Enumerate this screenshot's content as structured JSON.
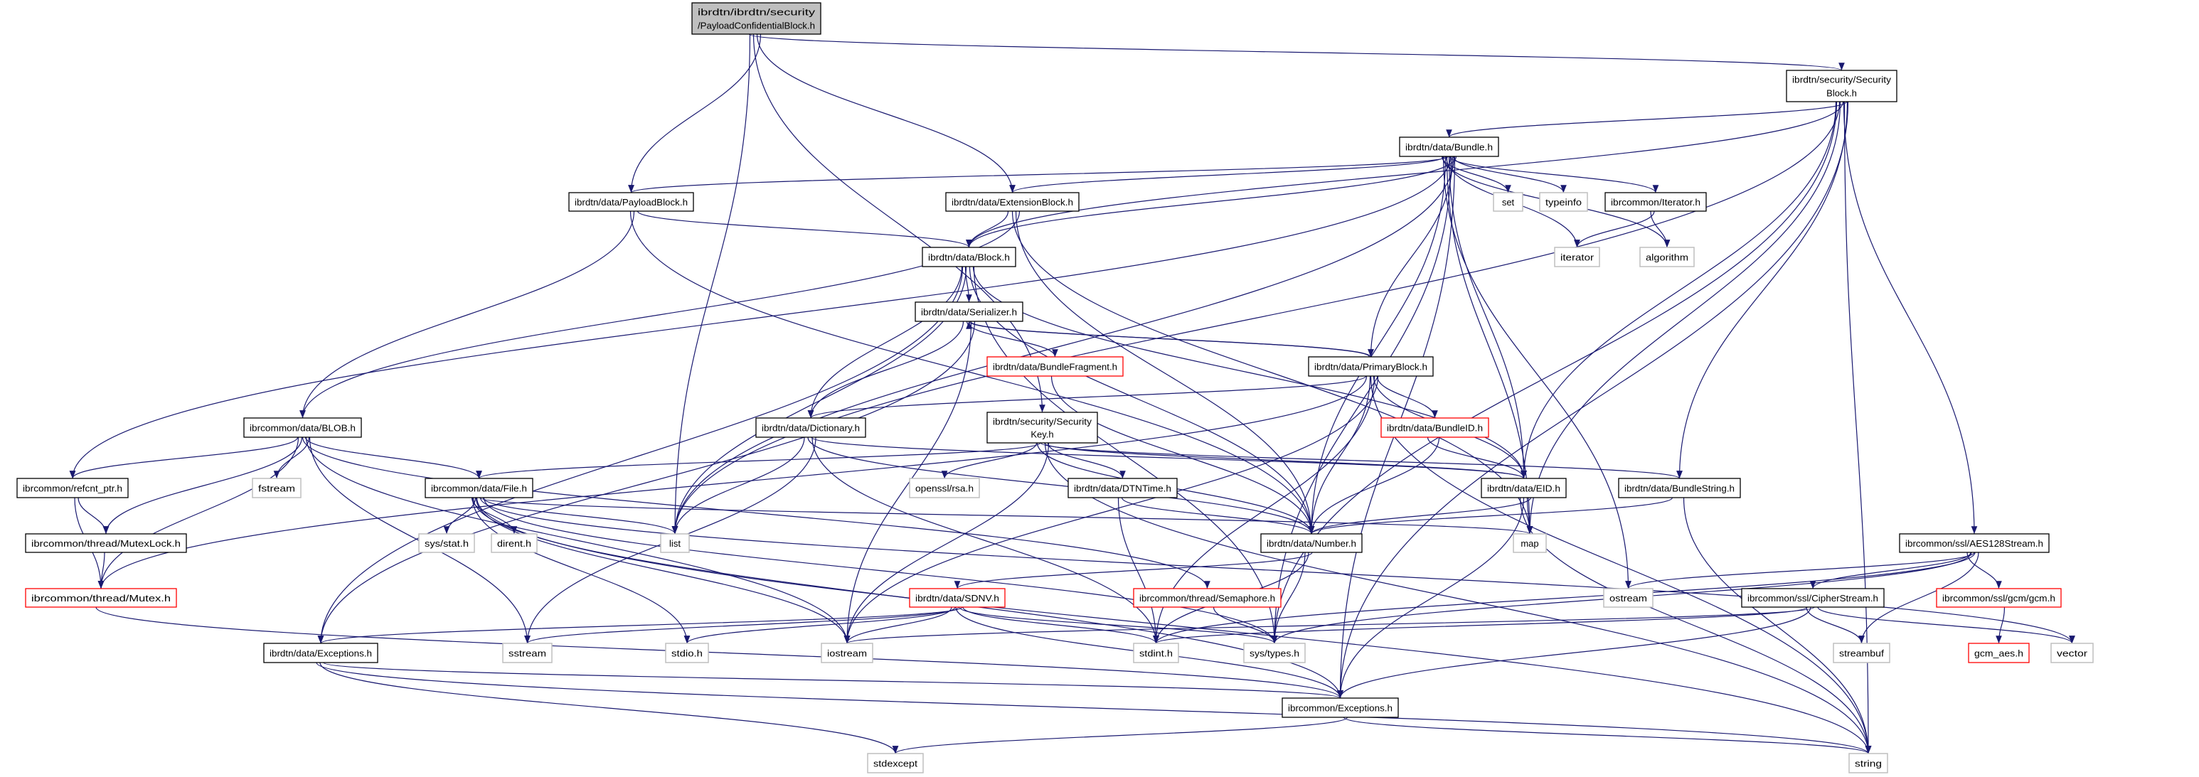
{
  "colors": {
    "edge": "#191970",
    "root_fill": "#bfbfbf",
    "normal_border": "#000000",
    "truncated_border": "#ff0000",
    "system_border": "#bfbfbf"
  },
  "nodes": [
    {
      "id": "root",
      "kind": "root",
      "lines": [
        "ibrdtn/ibrdtn/security",
        "/PayloadConfidentialBlock.h"
      ]
    },
    {
      "id": "secblock",
      "kind": "normal",
      "lines": [
        "ibrdtn/security/Security",
        "Block.h"
      ]
    },
    {
      "id": "bundle",
      "kind": "normal",
      "lines": [
        "ibrdtn/data/Bundle.h"
      ]
    },
    {
      "id": "payload",
      "kind": "normal",
      "lines": [
        "ibrdtn/data/PayloadBlock.h"
      ]
    },
    {
      "id": "extension",
      "kind": "normal",
      "lines": [
        "ibrdtn/data/ExtensionBlock.h"
      ]
    },
    {
      "id": "set",
      "kind": "system",
      "lines": [
        "set"
      ]
    },
    {
      "id": "typeinfo",
      "kind": "system",
      "lines": [
        "typeinfo"
      ]
    },
    {
      "id": "iteratorh",
      "kind": "normal",
      "lines": [
        "ibrcommon/Iterator.h"
      ]
    },
    {
      "id": "block",
      "kind": "normal",
      "lines": [
        "ibrdtn/data/Block.h"
      ]
    },
    {
      "id": "iterator",
      "kind": "system",
      "lines": [
        "iterator"
      ]
    },
    {
      "id": "algorithm",
      "kind": "system",
      "lines": [
        "algorithm"
      ]
    },
    {
      "id": "serializer",
      "kind": "normal",
      "lines": [
        "ibrdtn/data/Serializer.h"
      ]
    },
    {
      "id": "fragment",
      "kind": "truncated",
      "lines": [
        "ibrdtn/data/BundleFragment.h"
      ]
    },
    {
      "id": "primary",
      "kind": "normal",
      "lines": [
        "ibrdtn/data/PrimaryBlock.h"
      ]
    },
    {
      "id": "blob",
      "kind": "normal",
      "lines": [
        "ibrcommon/data/BLOB.h"
      ]
    },
    {
      "id": "dictionary",
      "kind": "normal",
      "lines": [
        "ibrdtn/data/Dictionary.h"
      ]
    },
    {
      "id": "seckey",
      "kind": "normal",
      "lines": [
        "ibrdtn/security/Security",
        "Key.h"
      ]
    },
    {
      "id": "bundleid",
      "kind": "truncated",
      "lines": [
        "ibrdtn/data/BundleID.h"
      ]
    },
    {
      "id": "refcnt",
      "kind": "normal",
      "lines": [
        "ibrcommon/refcnt_ptr.h"
      ]
    },
    {
      "id": "fstream",
      "kind": "system",
      "lines": [
        "fstream"
      ]
    },
    {
      "id": "file",
      "kind": "normal",
      "lines": [
        "ibrcommon/data/File.h"
      ]
    },
    {
      "id": "rsa",
      "kind": "system",
      "lines": [
        "openssl/rsa.h"
      ]
    },
    {
      "id": "dtntime",
      "kind": "normal",
      "lines": [
        "ibrdtn/data/DTNTime.h"
      ]
    },
    {
      "id": "eid",
      "kind": "normal",
      "lines": [
        "ibrdtn/data/EID.h"
      ]
    },
    {
      "id": "bundlestring",
      "kind": "normal",
      "lines": [
        "ibrdtn/data/BundleString.h"
      ]
    },
    {
      "id": "mutexlock",
      "kind": "normal",
      "lines": [
        "ibrcommon/thread/MutexLock.h"
      ]
    },
    {
      "id": "sysstat",
      "kind": "system",
      "lines": [
        "sys/stat.h"
      ]
    },
    {
      "id": "dirent",
      "kind": "system",
      "lines": [
        "dirent.h"
      ]
    },
    {
      "id": "list",
      "kind": "system",
      "lines": [
        "list"
      ]
    },
    {
      "id": "number",
      "kind": "normal",
      "lines": [
        "ibrdtn/data/Number.h"
      ]
    },
    {
      "id": "map",
      "kind": "system",
      "lines": [
        "map"
      ]
    },
    {
      "id": "aes",
      "kind": "normal",
      "lines": [
        "ibrcommon/ssl/AES128Stream.h"
      ]
    },
    {
      "id": "mutex",
      "kind": "truncated",
      "lines": [
        "ibrcommon/thread/Mutex.h"
      ]
    },
    {
      "id": "sdnv",
      "kind": "truncated",
      "lines": [
        "ibrdtn/data/SDNV.h"
      ]
    },
    {
      "id": "semaphore",
      "kind": "truncated",
      "lines": [
        "ibrcommon/thread/Semaphore.h"
      ]
    },
    {
      "id": "ostream",
      "kind": "system",
      "lines": [
        "ostream"
      ]
    },
    {
      "id": "cipher",
      "kind": "normal",
      "lines": [
        "ibrcommon/ssl/CipherStream.h"
      ]
    },
    {
      "id": "gcm",
      "kind": "truncated",
      "lines": [
        "ibrcommon/ssl/gcm/gcm.h"
      ]
    },
    {
      "id": "dexceptions",
      "kind": "normal",
      "lines": [
        "ibrdtn/data/Exceptions.h"
      ]
    },
    {
      "id": "sstream",
      "kind": "system",
      "lines": [
        "sstream"
      ]
    },
    {
      "id": "stdio",
      "kind": "system",
      "lines": [
        "stdio.h"
      ]
    },
    {
      "id": "iostream",
      "kind": "system",
      "lines": [
        "iostream"
      ]
    },
    {
      "id": "stdint",
      "kind": "system",
      "lines": [
        "stdint.h"
      ]
    },
    {
      "id": "systypes",
      "kind": "system",
      "lines": [
        "sys/types.h"
      ]
    },
    {
      "id": "streambuf",
      "kind": "system",
      "lines": [
        "streambuf"
      ]
    },
    {
      "id": "gcmaes",
      "kind": "truncated",
      "lines": [
        "gcm_aes.h"
      ]
    },
    {
      "id": "vector",
      "kind": "system",
      "lines": [
        "vector"
      ]
    },
    {
      "id": "cexceptions",
      "kind": "normal",
      "lines": [
        "ibrcommon/Exceptions.h"
      ]
    },
    {
      "id": "stdexcept",
      "kind": "system",
      "lines": [
        "stdexcept"
      ]
    },
    {
      "id": "string",
      "kind": "system",
      "lines": [
        "string"
      ]
    }
  ],
  "edges": [
    [
      "root",
      "secblock"
    ],
    [
      "root",
      "payload"
    ],
    [
      "root",
      "extension"
    ],
    [
      "root",
      "seckey"
    ],
    [
      "root",
      "list"
    ],
    [
      "secblock",
      "bundle"
    ],
    [
      "secblock",
      "block"
    ],
    [
      "secblock",
      "list"
    ],
    [
      "secblock",
      "eid"
    ],
    [
      "secblock",
      "bundlestring"
    ],
    [
      "secblock",
      "aes"
    ],
    [
      "secblock",
      "map"
    ],
    [
      "secblock",
      "systypes"
    ],
    [
      "secblock",
      "cexceptions"
    ],
    [
      "secblock",
      "string"
    ],
    [
      "bundle",
      "payload"
    ],
    [
      "bundle",
      "extension"
    ],
    [
      "bundle",
      "block"
    ],
    [
      "bundle",
      "primary"
    ],
    [
      "bundle",
      "eid"
    ],
    [
      "bundle",
      "number"
    ],
    [
      "bundle",
      "set"
    ],
    [
      "bundle",
      "typeinfo"
    ],
    [
      "bundle",
      "iteratorh"
    ],
    [
      "bundle",
      "iterator"
    ],
    [
      "bundle",
      "algorithm"
    ],
    [
      "bundle",
      "list"
    ],
    [
      "bundle",
      "refcnt"
    ],
    [
      "bundle",
      "map"
    ],
    [
      "bundle",
      "ostream"
    ],
    [
      "bundle",
      "cexceptions"
    ],
    [
      "bundle",
      "systypes"
    ],
    [
      "iteratorh",
      "iterator"
    ],
    [
      "iteratorh",
      "algorithm"
    ],
    [
      "payload",
      "block"
    ],
    [
      "payload",
      "blob"
    ],
    [
      "payload",
      "number"
    ],
    [
      "extension",
      "block"
    ],
    [
      "extension",
      "blob"
    ],
    [
      "extension",
      "number"
    ],
    [
      "extension",
      "map"
    ],
    [
      "block",
      "serializer"
    ],
    [
      "block",
      "dictionary"
    ],
    [
      "block",
      "eid"
    ],
    [
      "block",
      "number"
    ],
    [
      "block",
      "list"
    ],
    [
      "block",
      "dexceptions"
    ],
    [
      "block",
      "systypes"
    ],
    [
      "serializer",
      "primary"
    ],
    [
      "serializer",
      "fragment"
    ],
    [
      "serializer",
      "dictionary"
    ],
    [
      "serializer",
      "dexceptions"
    ],
    [
      "serializer",
      "iostream"
    ],
    [
      "primary",
      "serializer"
    ],
    [
      "primary",
      "dictionary"
    ],
    [
      "primary",
      "bundleid"
    ],
    [
      "primary",
      "eid"
    ],
    [
      "primary",
      "number"
    ],
    [
      "primary",
      "mutex"
    ],
    [
      "primary",
      "iostream"
    ],
    [
      "primary",
      "stdint"
    ],
    [
      "primary",
      "string"
    ],
    [
      "fragment",
      "number"
    ],
    [
      "bundleid",
      "eid"
    ],
    [
      "bundleid",
      "number"
    ],
    [
      "dictionary",
      "eid"
    ],
    [
      "dictionary",
      "number"
    ],
    [
      "dictionary",
      "list"
    ],
    [
      "dictionary",
      "sstream"
    ],
    [
      "dictionary",
      "stdint"
    ],
    [
      "seckey",
      "file"
    ],
    [
      "seckey",
      "rsa"
    ],
    [
      "seckey",
      "dtntime"
    ],
    [
      "seckey",
      "eid"
    ],
    [
      "seckey",
      "bundlestring"
    ],
    [
      "seckey",
      "number"
    ],
    [
      "seckey",
      "iostream"
    ],
    [
      "seckey",
      "string"
    ],
    [
      "dtntime",
      "number"
    ],
    [
      "dtntime",
      "stdint"
    ],
    [
      "eid",
      "number"
    ],
    [
      "eid",
      "map"
    ],
    [
      "eid",
      "cexceptions"
    ],
    [
      "eid",
      "string"
    ],
    [
      "bundlestring",
      "number"
    ],
    [
      "bundlestring",
      "string"
    ],
    [
      "number",
      "sdnv"
    ],
    [
      "number",
      "stdint"
    ],
    [
      "number",
      "systypes"
    ],
    [
      "sdnv",
      "dexceptions"
    ],
    [
      "sdnv",
      "sstream"
    ],
    [
      "sdnv",
      "stdio"
    ],
    [
      "sdnv",
      "iostream"
    ],
    [
      "sdnv",
      "stdint"
    ],
    [
      "sdnv",
      "systypes"
    ],
    [
      "sdnv",
      "cexceptions"
    ],
    [
      "blob",
      "refcnt"
    ],
    [
      "blob",
      "fstream"
    ],
    [
      "blob",
      "file"
    ],
    [
      "blob",
      "mutexlock"
    ],
    [
      "blob",
      "mutex"
    ],
    [
      "blob",
      "sstream"
    ],
    [
      "blob",
      "iostream"
    ],
    [
      "blob",
      "semaphore"
    ],
    [
      "file",
      "sysstat"
    ],
    [
      "file",
      "dirent"
    ],
    [
      "file",
      "list"
    ],
    [
      "file",
      "map"
    ],
    [
      "file",
      "iostream"
    ],
    [
      "file",
      "stdio"
    ],
    [
      "file",
      "systypes"
    ],
    [
      "file",
      "vector"
    ],
    [
      "file",
      "string"
    ],
    [
      "file",
      "cexceptions"
    ],
    [
      "refcnt",
      "mutexlock"
    ],
    [
      "refcnt",
      "mutex"
    ],
    [
      "mutexlock",
      "mutex"
    ],
    [
      "mutex",
      "cexceptions"
    ],
    [
      "semaphore",
      "systypes"
    ],
    [
      "dexceptions",
      "cexceptions"
    ],
    [
      "dexceptions",
      "stdexcept"
    ],
    [
      "dexceptions",
      "string"
    ],
    [
      "cexceptions",
      "stdexcept"
    ],
    [
      "cexceptions",
      "string"
    ],
    [
      "aes",
      "ostream"
    ],
    [
      "aes",
      "cipher"
    ],
    [
      "aes",
      "gcm"
    ],
    [
      "aes",
      "streambuf"
    ],
    [
      "aes",
      "stdint"
    ],
    [
      "aes",
      "systypes"
    ],
    [
      "cipher",
      "streambuf"
    ],
    [
      "cipher",
      "vector"
    ],
    [
      "cipher",
      "iostream"
    ],
    [
      "cipher",
      "cexceptions"
    ],
    [
      "cipher",
      "stdint"
    ],
    [
      "gcm",
      "gcmaes"
    ]
  ]
}
